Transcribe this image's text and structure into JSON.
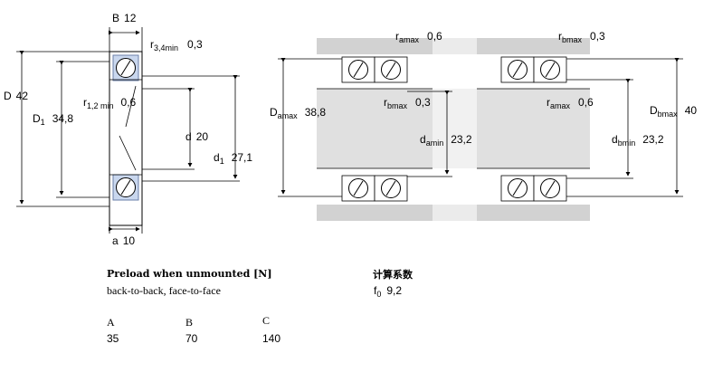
{
  "single_bearing": {
    "B": {
      "symbol": "B",
      "value": "12"
    },
    "r34": {
      "symbol": "r",
      "sub": "3,4min",
      "value": "0,3"
    },
    "D": {
      "symbol": "D",
      "value": "42"
    },
    "D1": {
      "symbol": "D",
      "sub": "1",
      "value": "34,8"
    },
    "r12": {
      "symbol": "r",
      "sub": "1,2 min",
      "value": "0,6"
    },
    "d": {
      "symbol": "d",
      "value": "20"
    },
    "d1": {
      "symbol": "d",
      "sub": "1",
      "value": "27,1"
    },
    "a": {
      "symbol": "a",
      "value": "10"
    }
  },
  "abutment_left": {
    "ramax": {
      "symbol": "r",
      "sub": "amax",
      "value": "0,6"
    },
    "rbmax": {
      "symbol": "r",
      "sub": "bmax",
      "value": "0,3"
    },
    "Damax": {
      "symbol": "D",
      "sub": "amax",
      "value": "38,8"
    },
    "damin": {
      "symbol": "d",
      "sub": "amin",
      "value": "23,2"
    }
  },
  "abutment_right": {
    "rbmax": {
      "symbol": "r",
      "sub": "bmax",
      "value": "0,3"
    },
    "ramax": {
      "symbol": "r",
      "sub": "amax",
      "value": "0,6"
    },
    "Dbmax": {
      "symbol": "D",
      "sub": "bmax",
      "value": "40"
    },
    "dbmin": {
      "symbol": "d",
      "sub": "bmin",
      "value": "23,2"
    }
  },
  "preload": {
    "heading": "Preload when unmounted [N]",
    "subtitle": "back-to-back, face-to-face",
    "columns": [
      "A",
      "B",
      "C"
    ],
    "values": [
      "35",
      "70",
      "140"
    ]
  },
  "calc_factors": {
    "heading": "计算系数",
    "symbol": "f",
    "sub": "0",
    "value": "9,2"
  }
}
